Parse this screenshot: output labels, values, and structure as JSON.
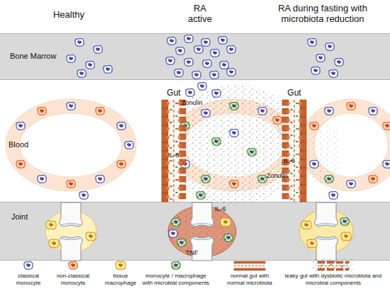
{
  "diagram": {
    "nodes": [
      {
        "text": [
          "Bone Marrow"
        ]
      },
      {
        "text": [
          "Blood"
        ]
      },
      {
        "text": [
          "Gut"
        ],
        "in": 1
      },
      {
        "text": [
          "Gut"
        ],
        "in": 1
      },
      {
        "text": [
          "Joint"
        ]
      }
    ],
    "labels": [
      "Healthy",
      "RA active",
      "RA during fasting with microbiota reduction",
      "Zonulin",
      "IL-6",
      "IL-6",
      "Zonulin",
      "IL-6",
      "TNF"
    ],
    "legend": [
      {
        "text": "classical monocyte"
      },
      {
        "text": "non-classical monocyte"
      },
      {
        "text": "tissue macrophage"
      },
      {
        "text": "monocyte / macrophage with microbial components"
      },
      {
        "text": "normal gut with normal microbiota"
      },
      {
        "text": "leaky gut with dysbiotic microbiota and microbial components"
      }
    ]
  }
}
